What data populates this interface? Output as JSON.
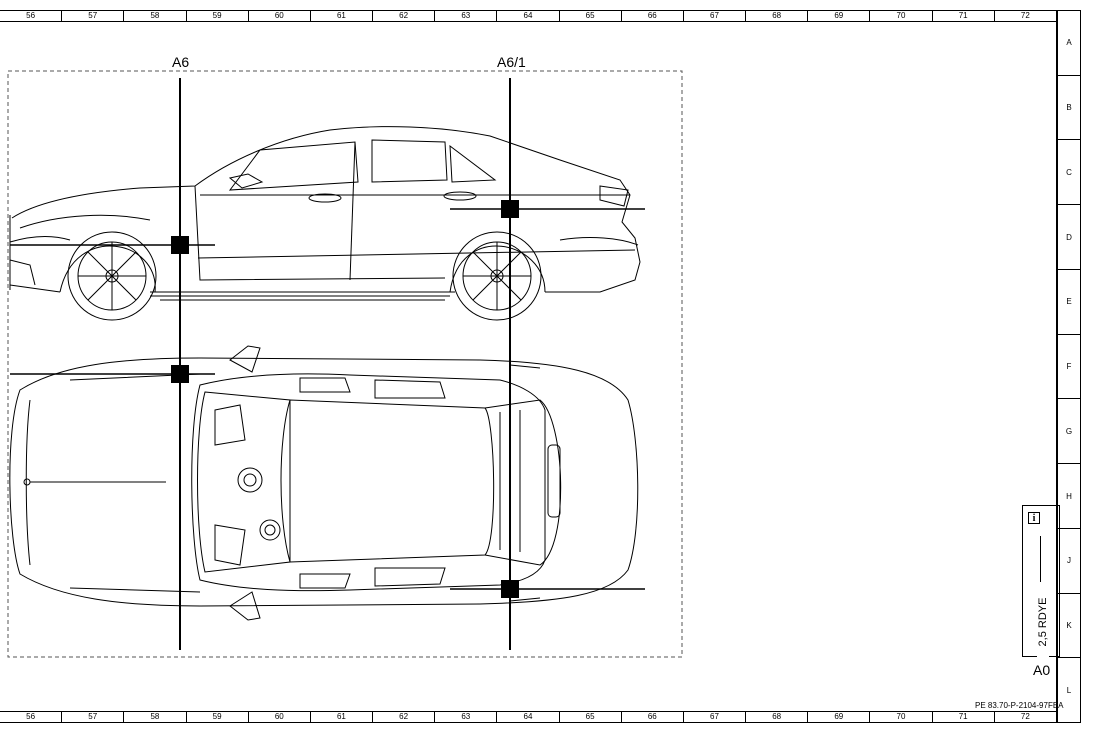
{
  "ruler": {
    "columns": [
      "56",
      "57",
      "58",
      "59",
      "60",
      "61",
      "62",
      "63",
      "64",
      "65",
      "66",
      "67",
      "68",
      "69",
      "70",
      "71",
      "72"
    ],
    "rows": [
      "A",
      "B",
      "C",
      "D",
      "E",
      "F",
      "G",
      "H",
      "J",
      "K",
      "L"
    ]
  },
  "labels": {
    "connector_left": "A6",
    "connector_right": "A6/1"
  },
  "legend": {
    "wire_spec": "2,5 RDYE",
    "info_glyph": "i"
  },
  "sheet_size": "A0",
  "doc_ref": "PE 83.70-P-2104-97FBA"
}
